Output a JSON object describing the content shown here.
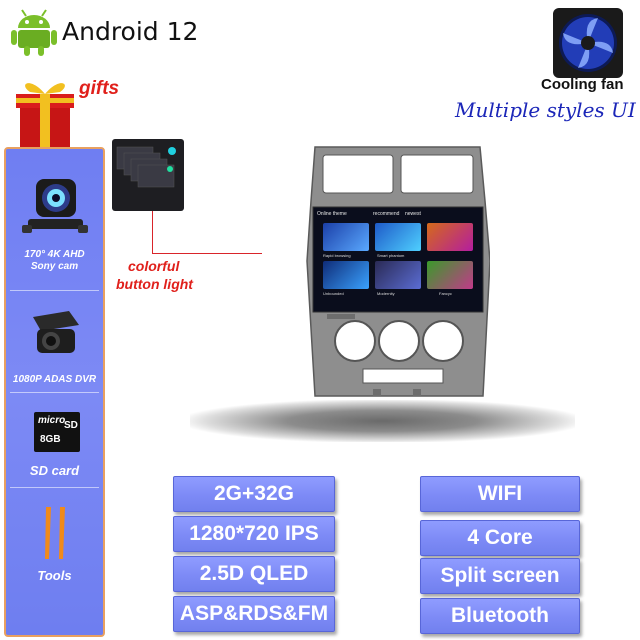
{
  "header": {
    "os_label": "Android 12",
    "fan_label": "Cooling fan",
    "styles_label": "Multiple styles UI"
  },
  "gifts": {
    "label": "gifts",
    "items": [
      {
        "label": "170° 4K AHD\nSony cam",
        "icon": "camera-icon"
      },
      {
        "label": "1080P ADAS DVR",
        "icon": "dvr-icon"
      },
      {
        "label": "SD card",
        "icon": "sd-card-icon",
        "card_text": [
          "micro",
          "SD",
          "8GB"
        ]
      },
      {
        "label": "Tools",
        "icon": "tools-icon"
      }
    ]
  },
  "button_light": {
    "line1": "colorful",
    "line2": "button light"
  },
  "head_unit_screen": {
    "top_bar": [
      "Online theme",
      "recommend",
      "newest"
    ],
    "tiles": [
      "Rapid browsing",
      "Smart phantom",
      "Unbounded",
      "Modernity",
      "Fancyc"
    ]
  },
  "specs_left": [
    "2G+32G",
    "1280*720 IPS",
    "2.5D QLED",
    "ASP&RDS&FM"
  ],
  "specs_right": [
    "WIFI",
    "4 Core",
    "Split screen",
    "Bluetooth"
  ],
  "colors": {
    "sidebar": "#7583f3",
    "spec_button": "#7d8af6",
    "accent_red": "#e0201b",
    "accent_blue": "#1b26b8"
  }
}
